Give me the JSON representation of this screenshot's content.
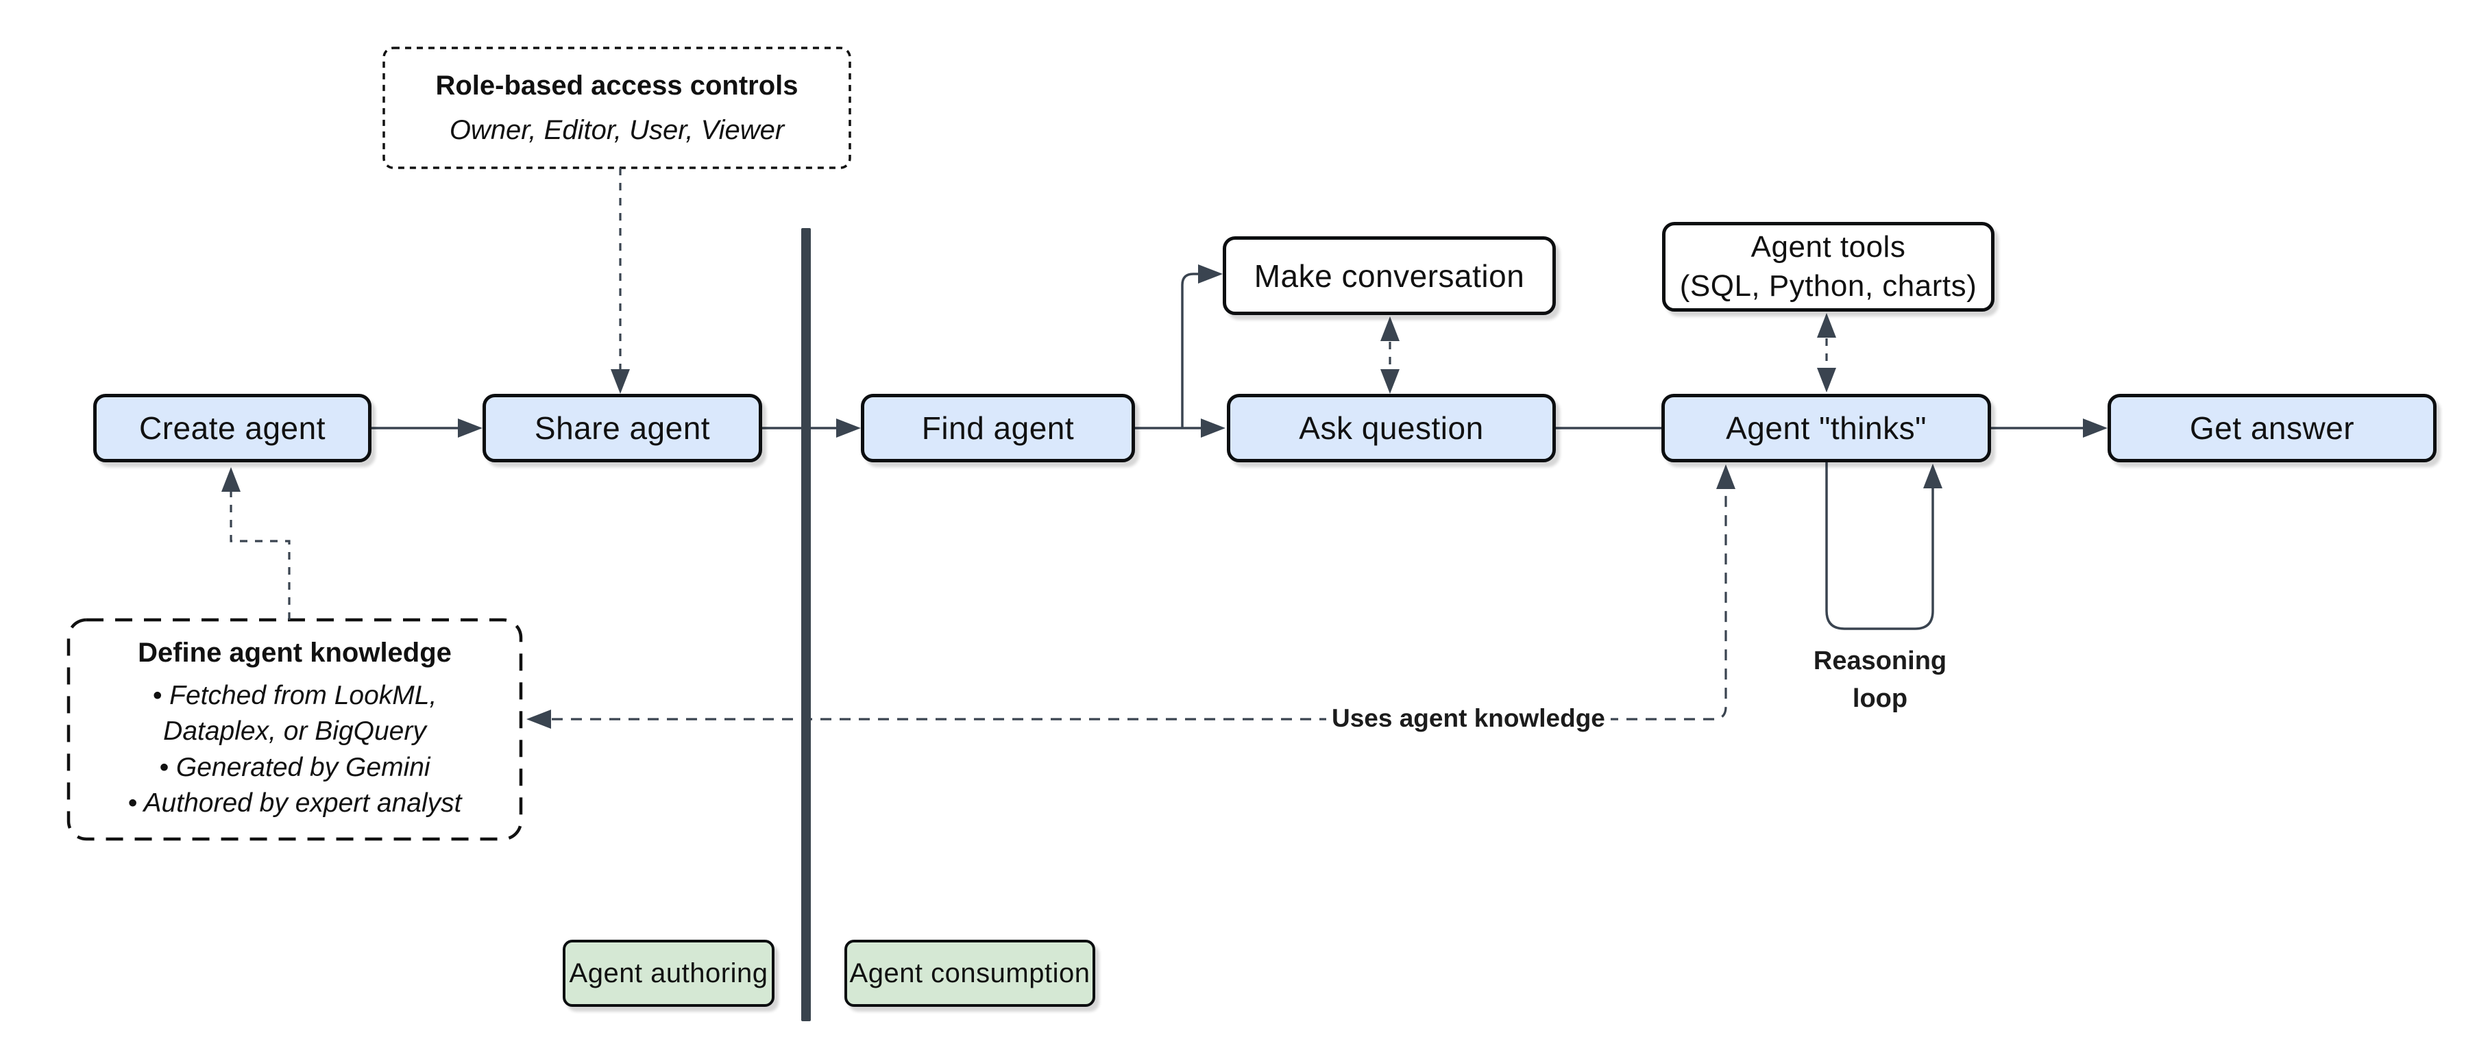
{
  "colors": {
    "node_blue": "#dae8fc",
    "node_green": "#d5e8d4",
    "node_white": "#ffffff",
    "edge": "#3a4450",
    "border": "#0c0e10"
  },
  "rbac_note": {
    "title": "Role-based access controls",
    "subtitle": "Owner, Editor, User, Viewer"
  },
  "knowledge_note": {
    "title": "Define agent knowledge",
    "bullets": [
      "• Fetched from LookML, Dataplex, or BigQuery",
      "• Generated by Gemini",
      "• Authored by expert analyst"
    ]
  },
  "nodes": {
    "create_agent": "Create agent",
    "share_agent": "Share agent",
    "find_agent": "Find agent",
    "make_conversation": "Make conversation",
    "ask_question": "Ask question",
    "agent_tools_line1": "Agent tools",
    "agent_tools_line2": "(SQL, Python, charts)",
    "agent_thinks": "Agent \"thinks\"",
    "get_answer": "Get answer"
  },
  "edge_labels": {
    "uses_knowledge": "Uses agent knowledge",
    "reasoning_loop": "Reasoning loop"
  },
  "zones": {
    "authoring": "Agent authoring",
    "consumption": "Agent consumption"
  }
}
